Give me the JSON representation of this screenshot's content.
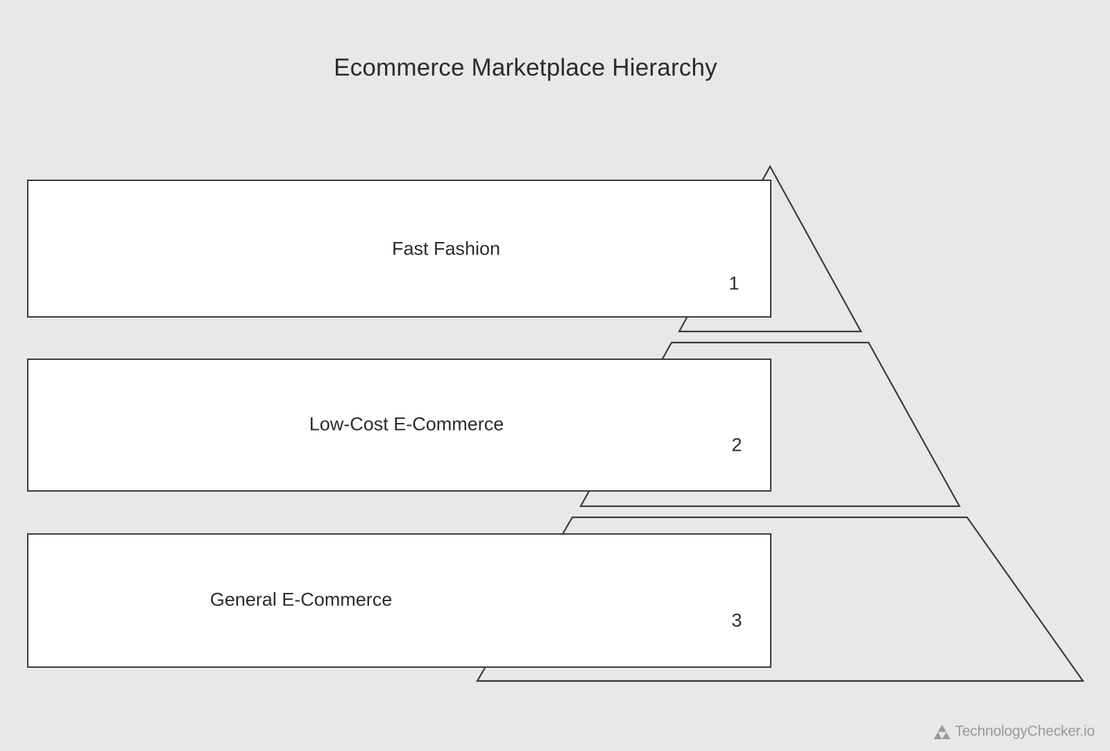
{
  "title": "Ecommerce Marketplace Hierarchy",
  "background_color": "#e8e8e8",
  "stroke_color": "#3a3a3a",
  "box_fill_color": "#ffffff",
  "text_color": "#2b2b2b",
  "chart_data": {
    "type": "pyramid",
    "title": "Ecommerce Marketplace Hierarchy",
    "levels": [
      {
        "rank": "1",
        "label": "Fast Fashion"
      },
      {
        "rank": "2",
        "label": "Low-Cost E-Commerce"
      },
      {
        "rank": "3",
        "label": "General E-Commerce"
      }
    ],
    "order": "top-to-bottom",
    "legend": "",
    "xlabel": "",
    "ylabel": ""
  },
  "tiers": [
    {
      "number": "1",
      "label": "Fast Fashion"
    },
    {
      "number": "2",
      "label": "Low-Cost E-Commerce"
    },
    {
      "number": "3",
      "label": "General E-Commerce"
    }
  ],
  "watermark": {
    "text": "TechnologyChecker.io",
    "icon": "triangle-logo-icon",
    "color": "#9a9a9a"
  }
}
